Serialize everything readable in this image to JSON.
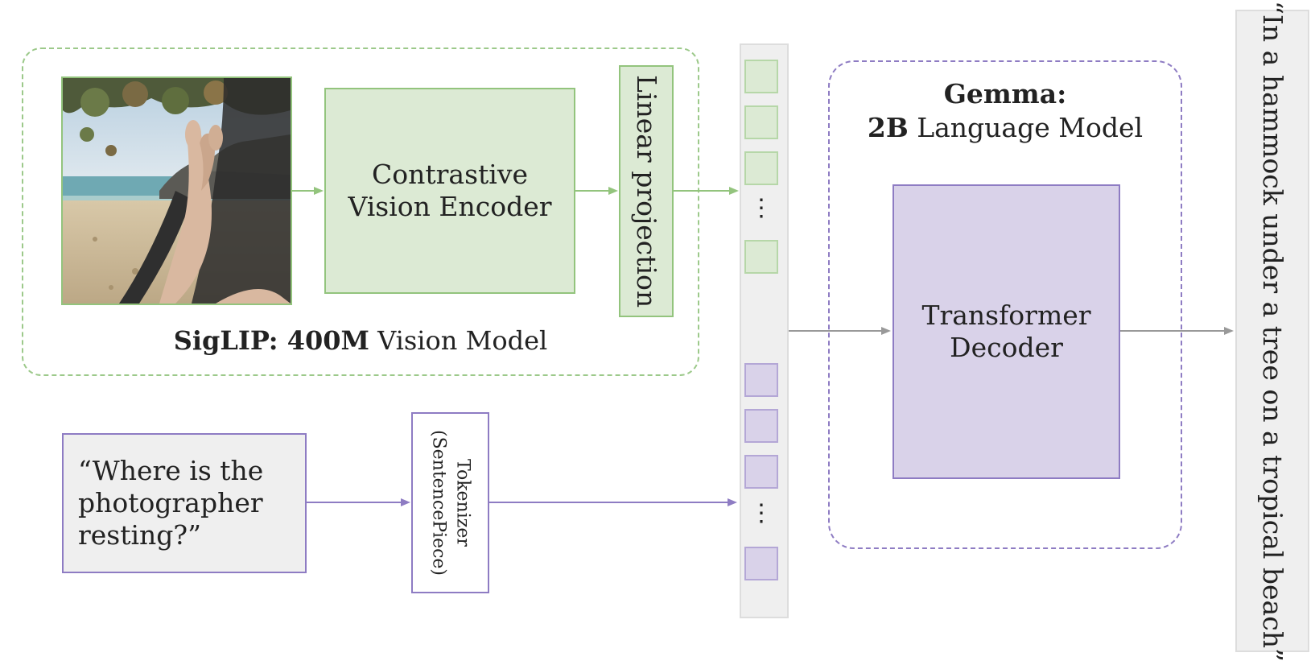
{
  "vision_model": {
    "caption_bold": "SigLIP: 400M",
    "caption_rest": " Vision Model",
    "encoder_label": "Contrastive\nVision Encoder",
    "projection_label": "Linear projection"
  },
  "tokens": {
    "ellipsis": "⋮"
  },
  "language_model": {
    "title_line1": "Gemma:",
    "title_bold": "2B",
    "title_rest": " Language Model",
    "decoder_label": "Transformer\nDecoder"
  },
  "prompt": {
    "text": "“Where is the\nphotographer\nresting?”"
  },
  "tokenizer": {
    "label": "Tokenizer\n(SentencePiece)"
  },
  "output": {
    "text": "“In a hammock under a tree on a tropical beach”"
  },
  "colors": {
    "green_fill": "#dcead4",
    "green_stroke": "#93c47d",
    "purple_fill": "#d9d2e9",
    "purple_stroke": "#8e7cc3",
    "gray_fill": "#efefef",
    "arrow_gray": "#999999"
  }
}
